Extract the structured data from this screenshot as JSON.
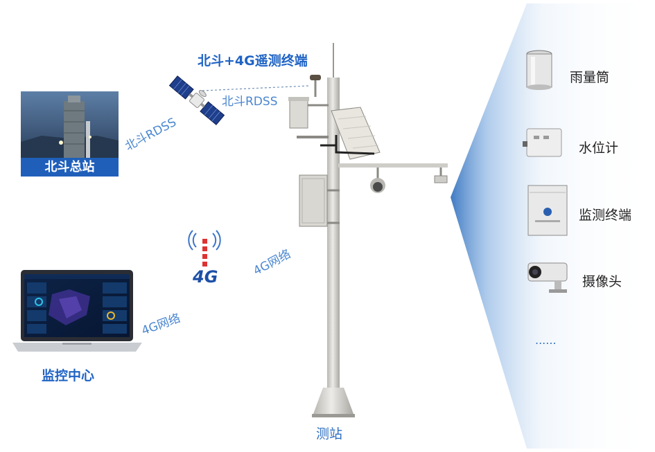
{
  "title": "北斗+4G遥测终端",
  "ground_station": {
    "caption": "北斗总站"
  },
  "monitor_center": {
    "caption": "监控中心"
  },
  "station": {
    "caption": "测站"
  },
  "links": {
    "rdss_ground": "北斗RDSS",
    "rdss_station": "北斗RDSS",
    "net_upper": "4G网络",
    "net_lower": "4G网络",
    "badge_4g": "4G"
  },
  "devices": [
    {
      "label": "雨量筒",
      "icon": "rain-gauge-icon"
    },
    {
      "label": "水位计",
      "icon": "water-level-meter-icon"
    },
    {
      "label": "监测终端",
      "icon": "monitoring-terminal-icon"
    },
    {
      "label": "摄像头",
      "icon": "camera-icon"
    },
    {
      "label": "......",
      "icon": ""
    }
  ],
  "colors": {
    "accent_blue": "#1f63c4",
    "panel_gradient_start": "#1e63b8",
    "panel_gradient_end": "#ffffff"
  }
}
